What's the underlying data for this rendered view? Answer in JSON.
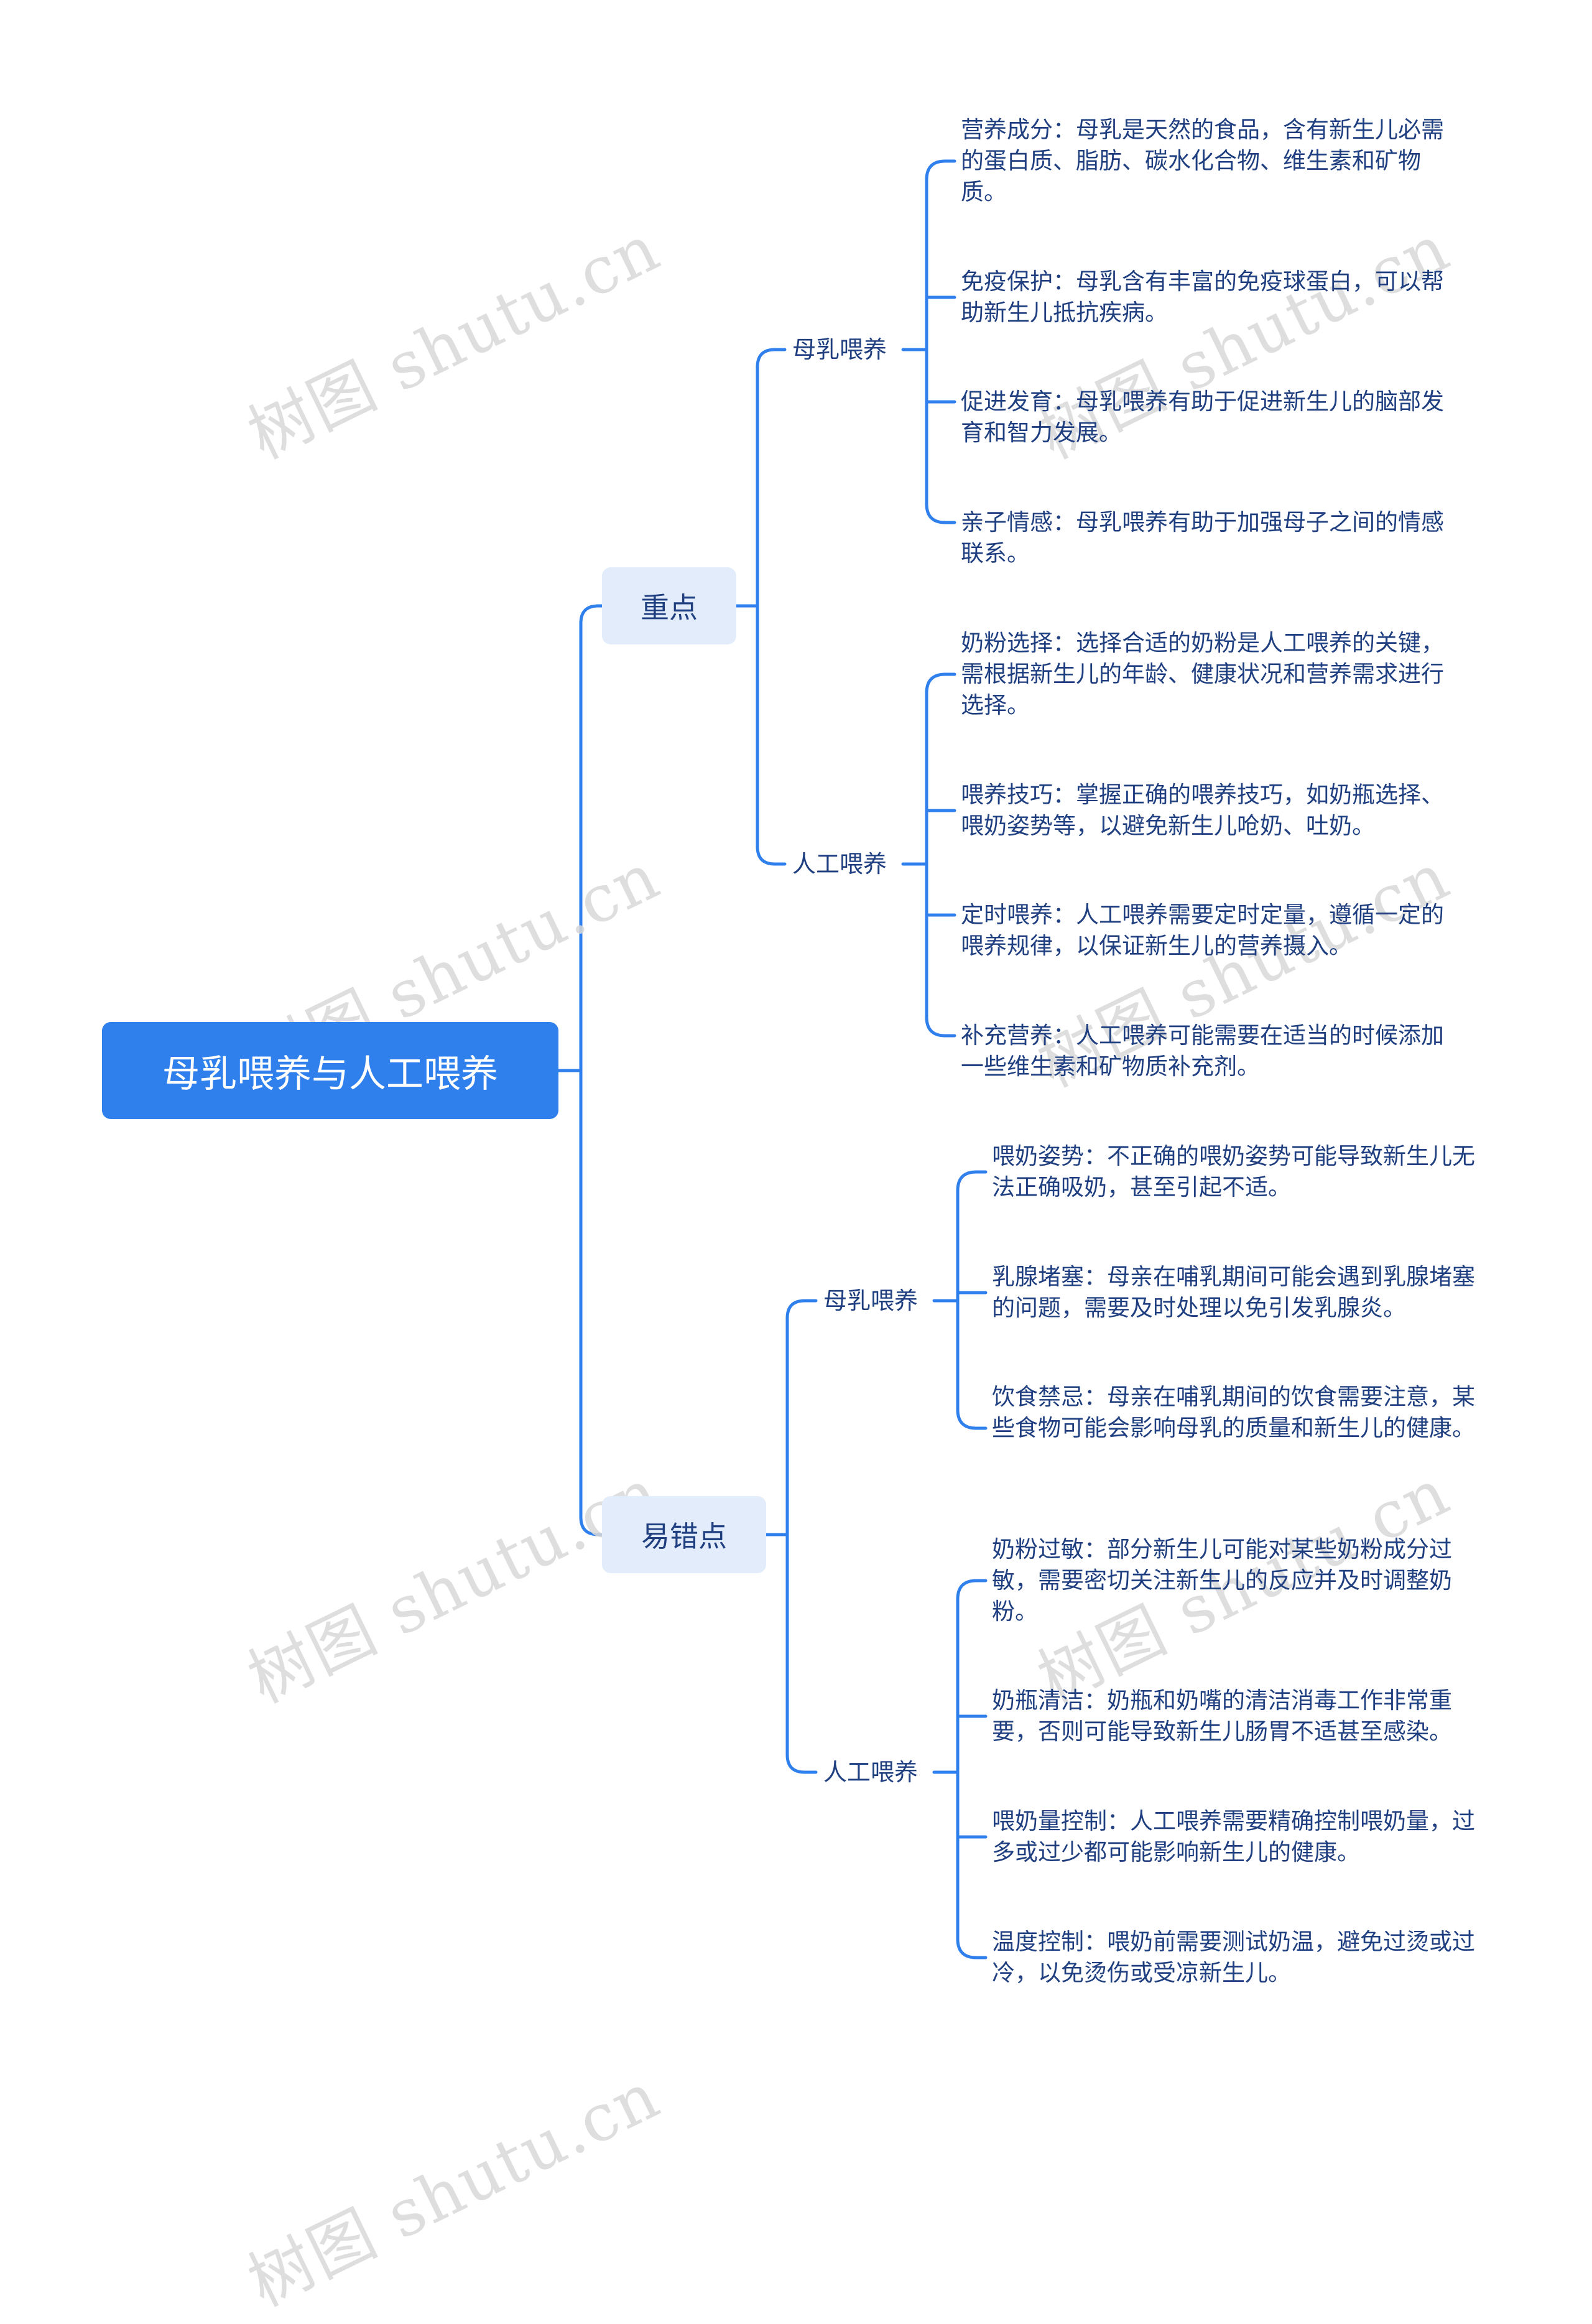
{
  "root": "母乳喂养与人工喂养",
  "watermark": "树图 shutu.cn",
  "colors": {
    "root_bg": "#2f80ed",
    "level1_bg": "#e3ecfb",
    "text": "#1f3f80",
    "line": "#2f80ed"
  },
  "branches": [
    {
      "label": "重点",
      "children": [
        {
          "label": "母乳喂养",
          "items": [
            "营养成分：母乳是天然的食品，含有新生儿必需的蛋白质、脂肪、碳水化合物、维生素和矿物质。",
            "免疫保护：母乳含有丰富的免疫球蛋白，可以帮助新生儿抵抗疾病。",
            "促进发育：母乳喂养有助于促进新生儿的脑部发育和智力发展。",
            "亲子情感：母乳喂养有助于加强母子之间的情感联系。"
          ]
        },
        {
          "label": "人工喂养",
          "items": [
            "奶粉选择：选择合适的奶粉是人工喂养的关键，需根据新生儿的年龄、健康状况和营养需求进行选择。",
            "喂养技巧：掌握正确的喂养技巧，如奶瓶选择、喂奶姿势等，以避免新生儿呛奶、吐奶。",
            "定时喂养：人工喂养需要定时定量，遵循一定的喂养规律，以保证新生儿的营养摄入。",
            "补充营养：人工喂养可能需要在适当的时候添加一些维生素和矿物质补充剂。"
          ]
        }
      ]
    },
    {
      "label": "易错点",
      "children": [
        {
          "label": "母乳喂养",
          "items": [
            "喂奶姿势：不正确的喂奶姿势可能导致新生儿无法正确吸奶，甚至引起不适。",
            "乳腺堵塞：母亲在哺乳期间可能会遇到乳腺堵塞的问题，需要及时处理以免引发乳腺炎。",
            "饮食禁忌：母亲在哺乳期间的饮食需要注意，某些食物可能会影响母乳的质量和新生儿的健康。"
          ]
        },
        {
          "label": "人工喂养",
          "items": [
            "奶粉过敏：部分新生儿可能对某些奶粉成分过敏，需要密切关注新生儿的反应并及时调整奶粉。",
            "奶瓶清洁：奶瓶和奶嘴的清洁消毒工作非常重要，否则可能导致新生儿肠胃不适甚至感染。",
            "喂奶量控制：人工喂养需要精确控制喂奶量，过多或过少都可能影响新生儿的健康。",
            "温度控制：喂奶前需要测试奶温，避免过烫或过冷，以免烫伤或受凉新生儿。"
          ]
        }
      ]
    }
  ]
}
